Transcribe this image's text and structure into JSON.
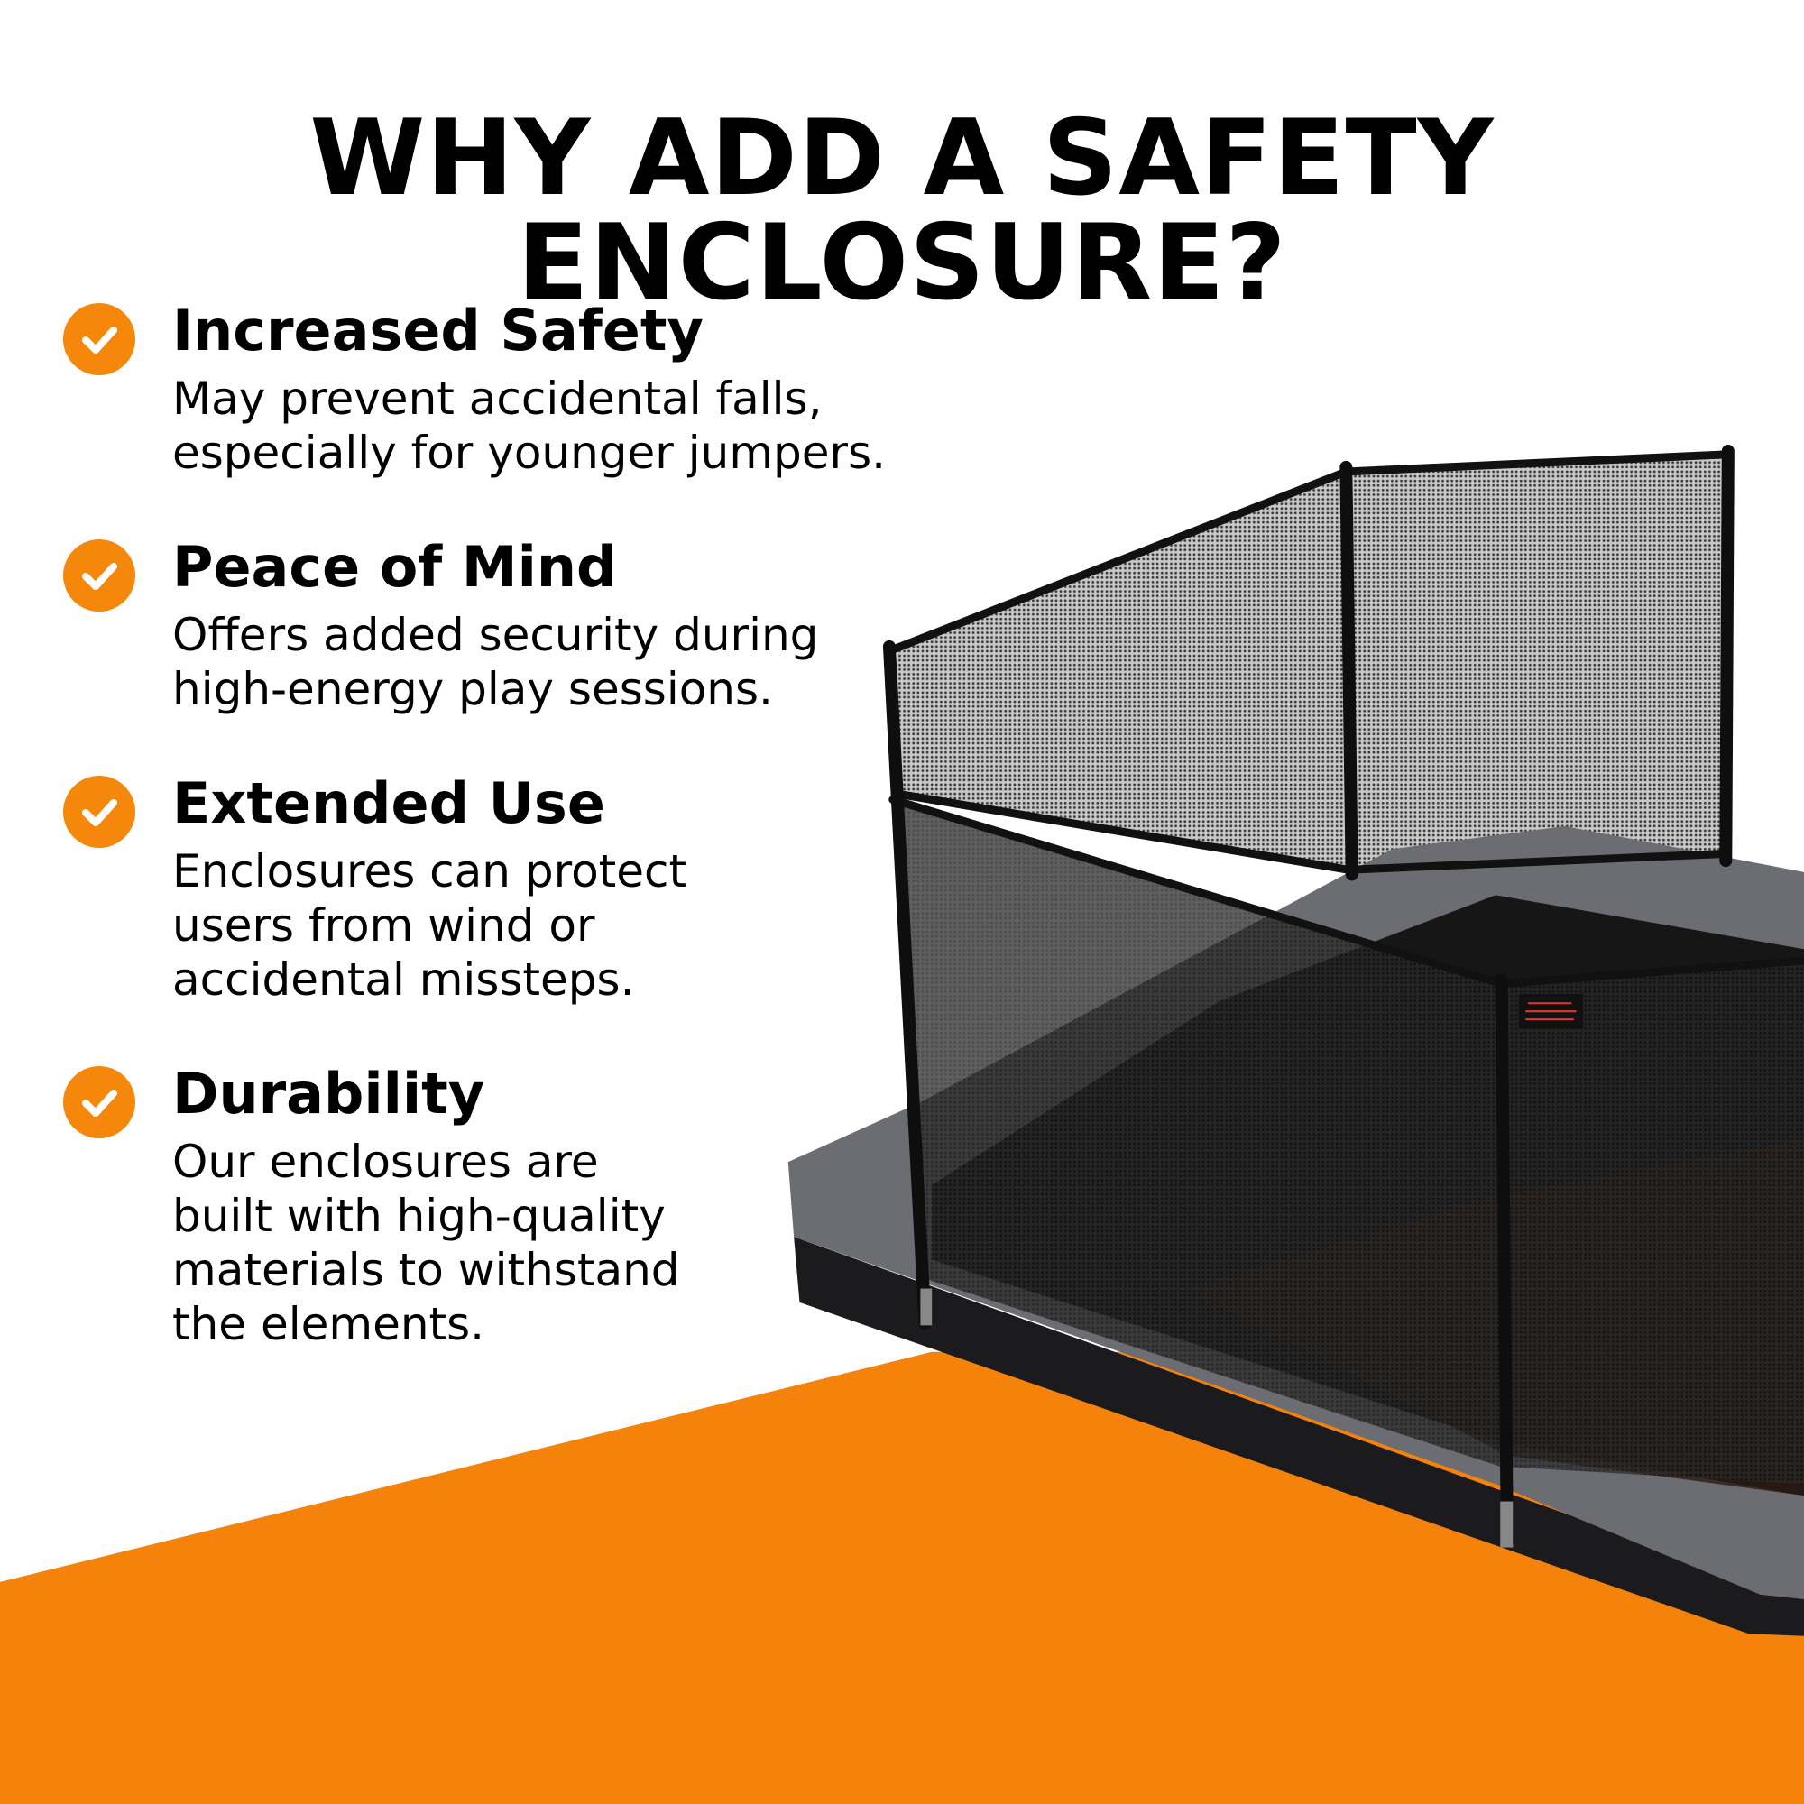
{
  "heading": "WHY ADD A SAFETY ENCLOSURE?",
  "features": [
    {
      "title": "Increased Safety",
      "description": "May prevent accidental falls,\nespecially for younger jumpers.",
      "icon": "check-circle-icon"
    },
    {
      "title": "Peace of Mind",
      "description": "Offers added security during\nhigh-energy play sessions.",
      "icon": "check-circle-icon"
    },
    {
      "title": "Extended Use",
      "description": "Enclosures can protect\nusers from wind or\naccidental missteps.",
      "icon": "check-circle-icon"
    },
    {
      "title": "Durability",
      "description": "Our enclosures are\nbuilt with high-quality\nmaterials to withstand\nthe elements.",
      "icon": "check-circle-icon"
    }
  ],
  "colors": {
    "accent": "#f5870a",
    "text": "#000000",
    "background": "#ffffff"
  }
}
